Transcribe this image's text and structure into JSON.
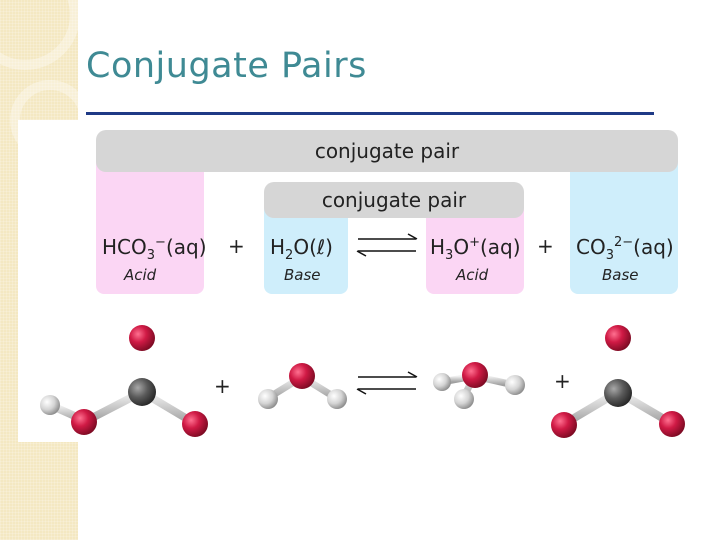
{
  "slide": {
    "title": "Conjugate Pairs"
  },
  "diagram": {
    "outer_pair_label": "conjugate pair",
    "inner_pair_label": "conjugate pair",
    "species": [
      {
        "formula": "HCO",
        "sub": "3",
        "sup": "−",
        "state": "(aq)",
        "role": "Acid"
      },
      {
        "formula": "H",
        "sub": "2",
        "rest": "O",
        "state": "(ℓ)",
        "role": "Base"
      },
      {
        "formula": "H",
        "sub": "3",
        "rest": "O",
        "sup": "+",
        "state": "(aq)",
        "role": "Acid"
      },
      {
        "formula": "CO",
        "sub": "3",
        "sup": "2−",
        "state": "(aq)",
        "role": "Base"
      }
    ],
    "plus": "+",
    "colors": {
      "acid_box": "#fbd6f4",
      "base_box": "#cfeefb",
      "pair_bar": "#d6d6d6",
      "oxygen": "#c9163e",
      "carbon": "#5a5a5a",
      "hydrogen": "#d8d8d8"
    }
  }
}
